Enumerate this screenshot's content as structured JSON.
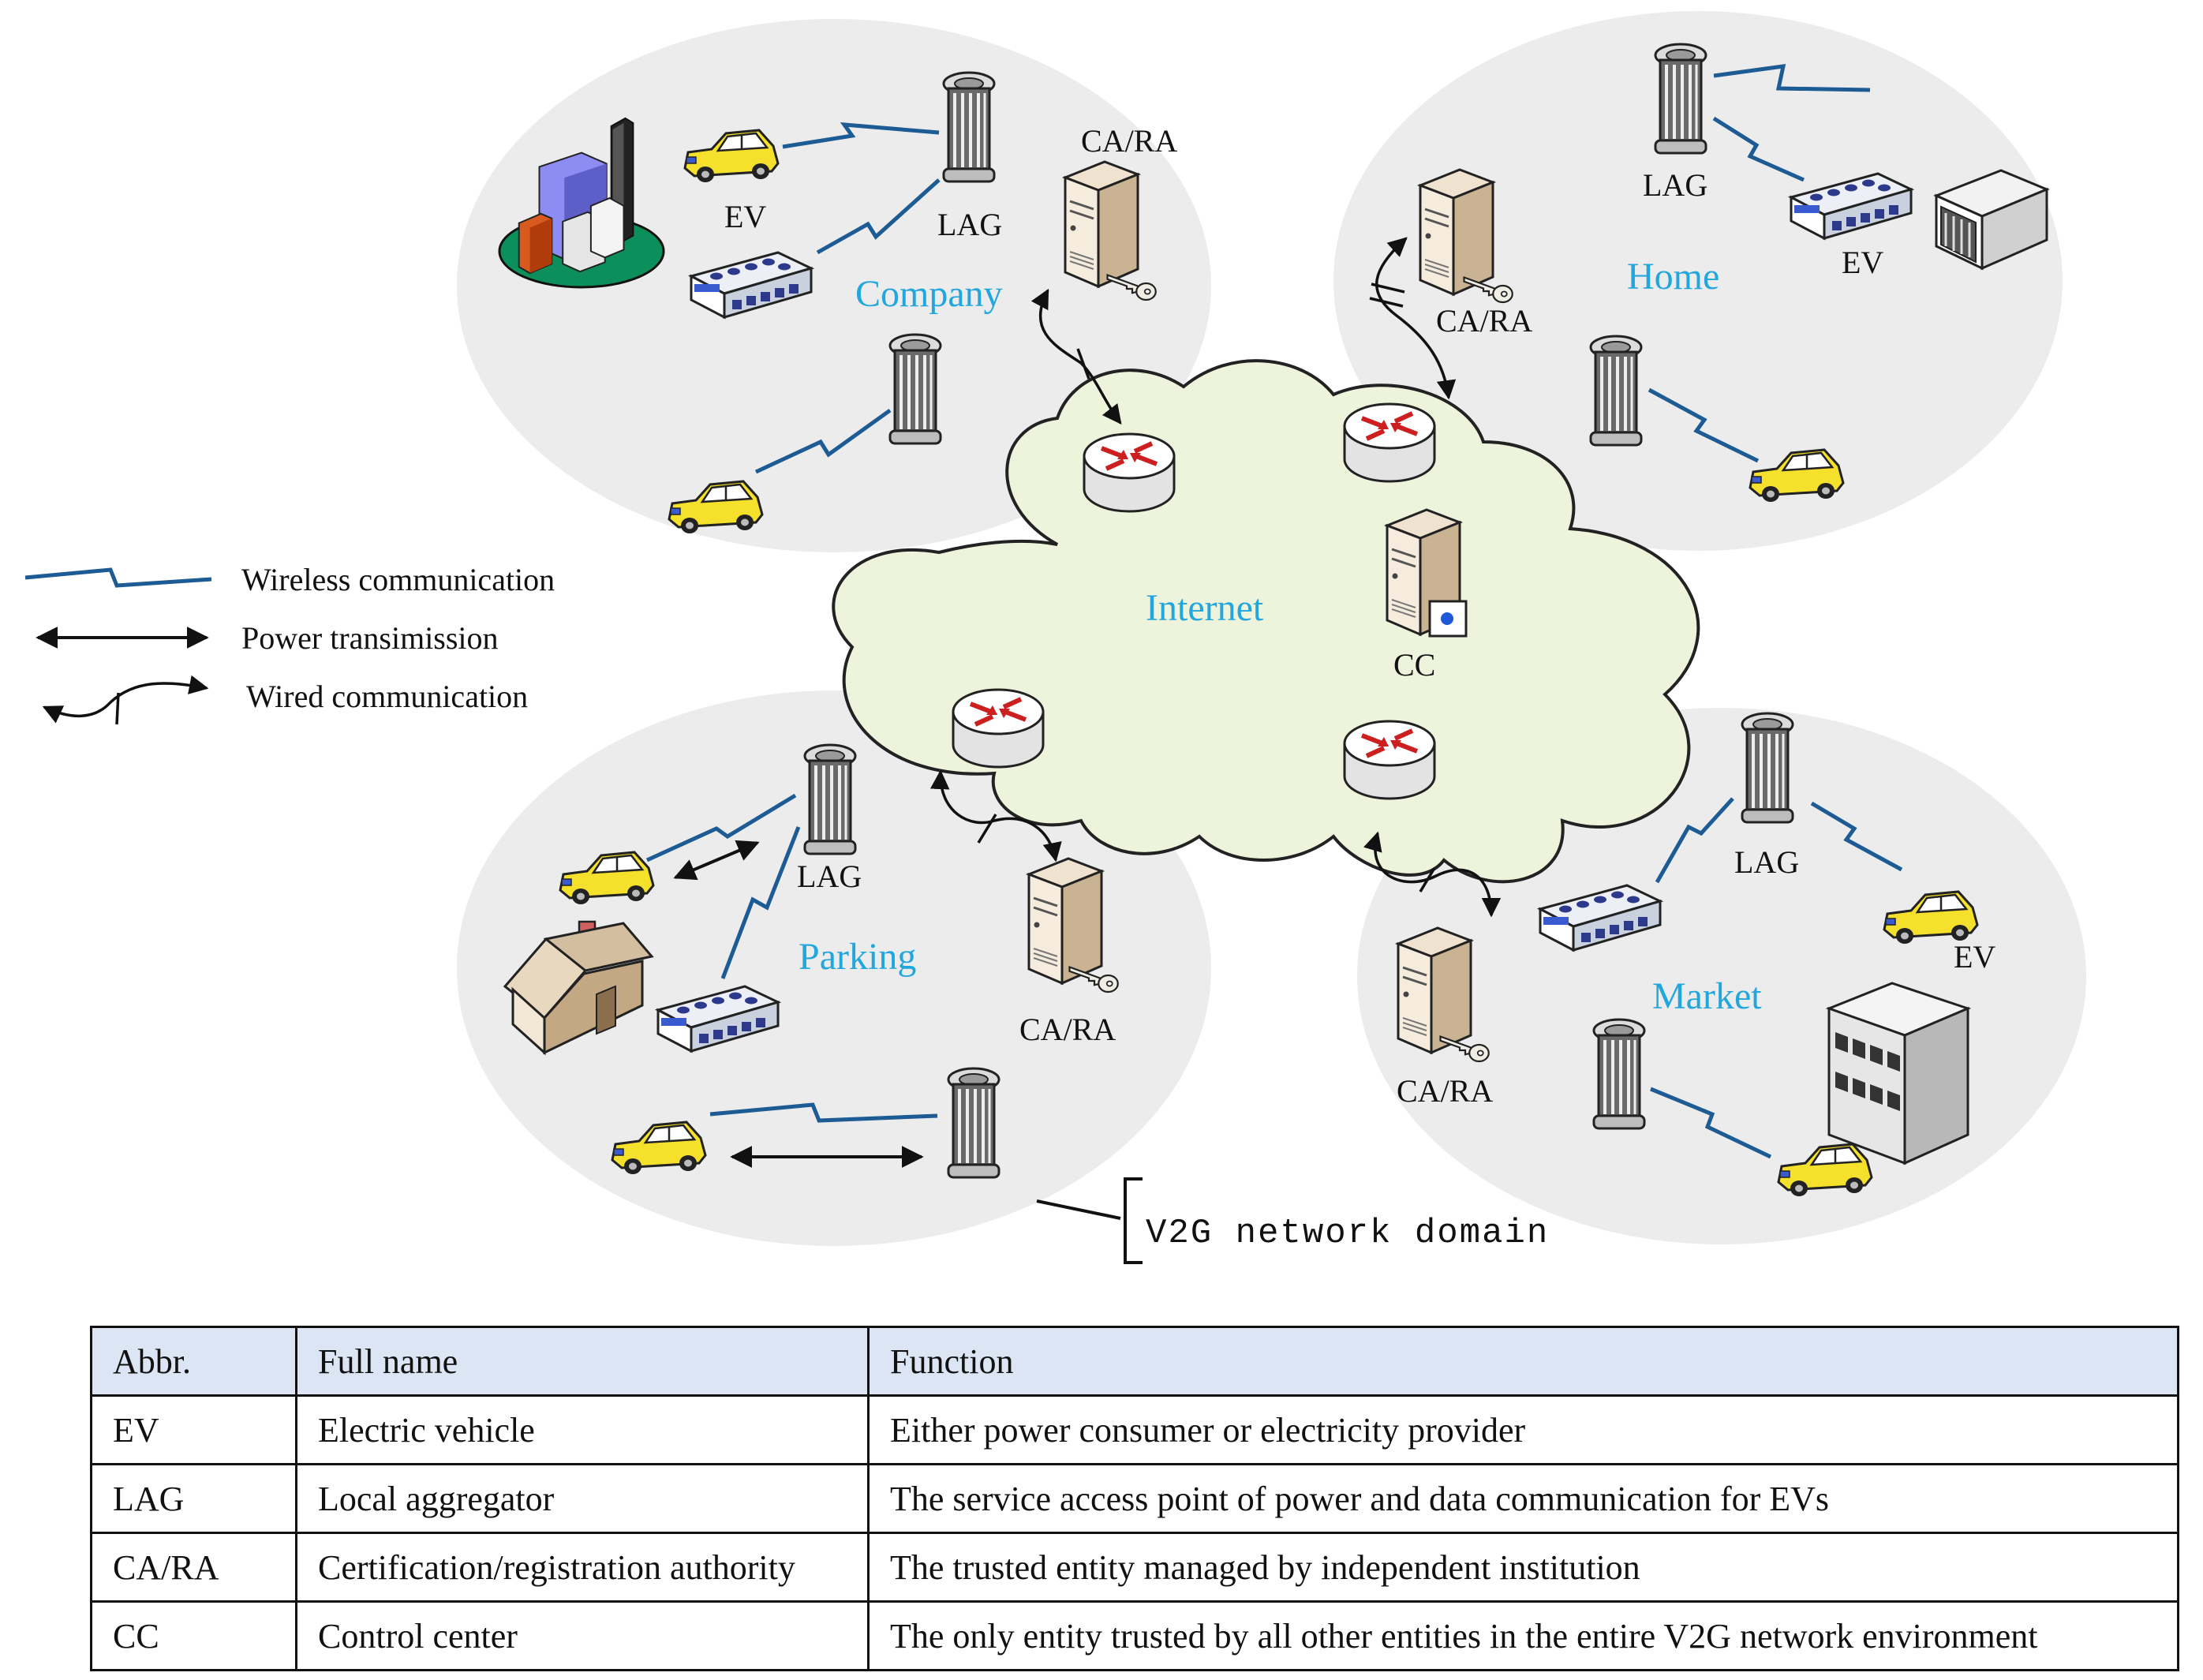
{
  "diagram": {
    "domains": {
      "company": {
        "name": "Company",
        "labels": [
          "EV",
          "LAG",
          "CA/RA"
        ]
      },
      "home": {
        "name": "Home",
        "labels": [
          "LAG",
          "EV",
          "CA/RA"
        ]
      },
      "parking": {
        "name": "Parking",
        "labels": [
          "LAG",
          "CA/RA"
        ]
      },
      "market": {
        "name": "Market",
        "labels": [
          "LAG",
          "EV",
          "CA/RA"
        ]
      }
    },
    "internet": {
      "name": "Internet",
      "cc_label": "CC"
    },
    "legend": [
      {
        "icon": "wireless-bolt-icon",
        "label": "Wireless communication"
      },
      {
        "icon": "double-arrow-icon",
        "label": "Power transimission"
      },
      {
        "icon": "wired-link-icon",
        "label": "Wired communication"
      }
    ],
    "domain_note": "V2G network domain",
    "colors": {
      "domain_fill": "#ececec",
      "cloud_fill": "#eef4dc",
      "cloud_stroke": "#222222",
      "blue_label": "#22a6de",
      "wireless": "#1c5b94",
      "ev_body": "#f5e02b"
    }
  },
  "table": {
    "headers": [
      "Abbr.",
      "Full name",
      "Function"
    ],
    "rows": [
      [
        "EV",
        "Electric vehicle",
        "Either power consumer or electricity provider"
      ],
      [
        "LAG",
        "Local aggregator",
        "The service access point of power and data communication for EVs"
      ],
      [
        "CA/RA",
        "Certification/registration authority",
        "The trusted entity managed by independent institution"
      ],
      [
        "CC",
        "Control center",
        "The only entity trusted by all other entities in the entire V2G network environment"
      ]
    ],
    "header_fill": "#dbe5f3"
  }
}
